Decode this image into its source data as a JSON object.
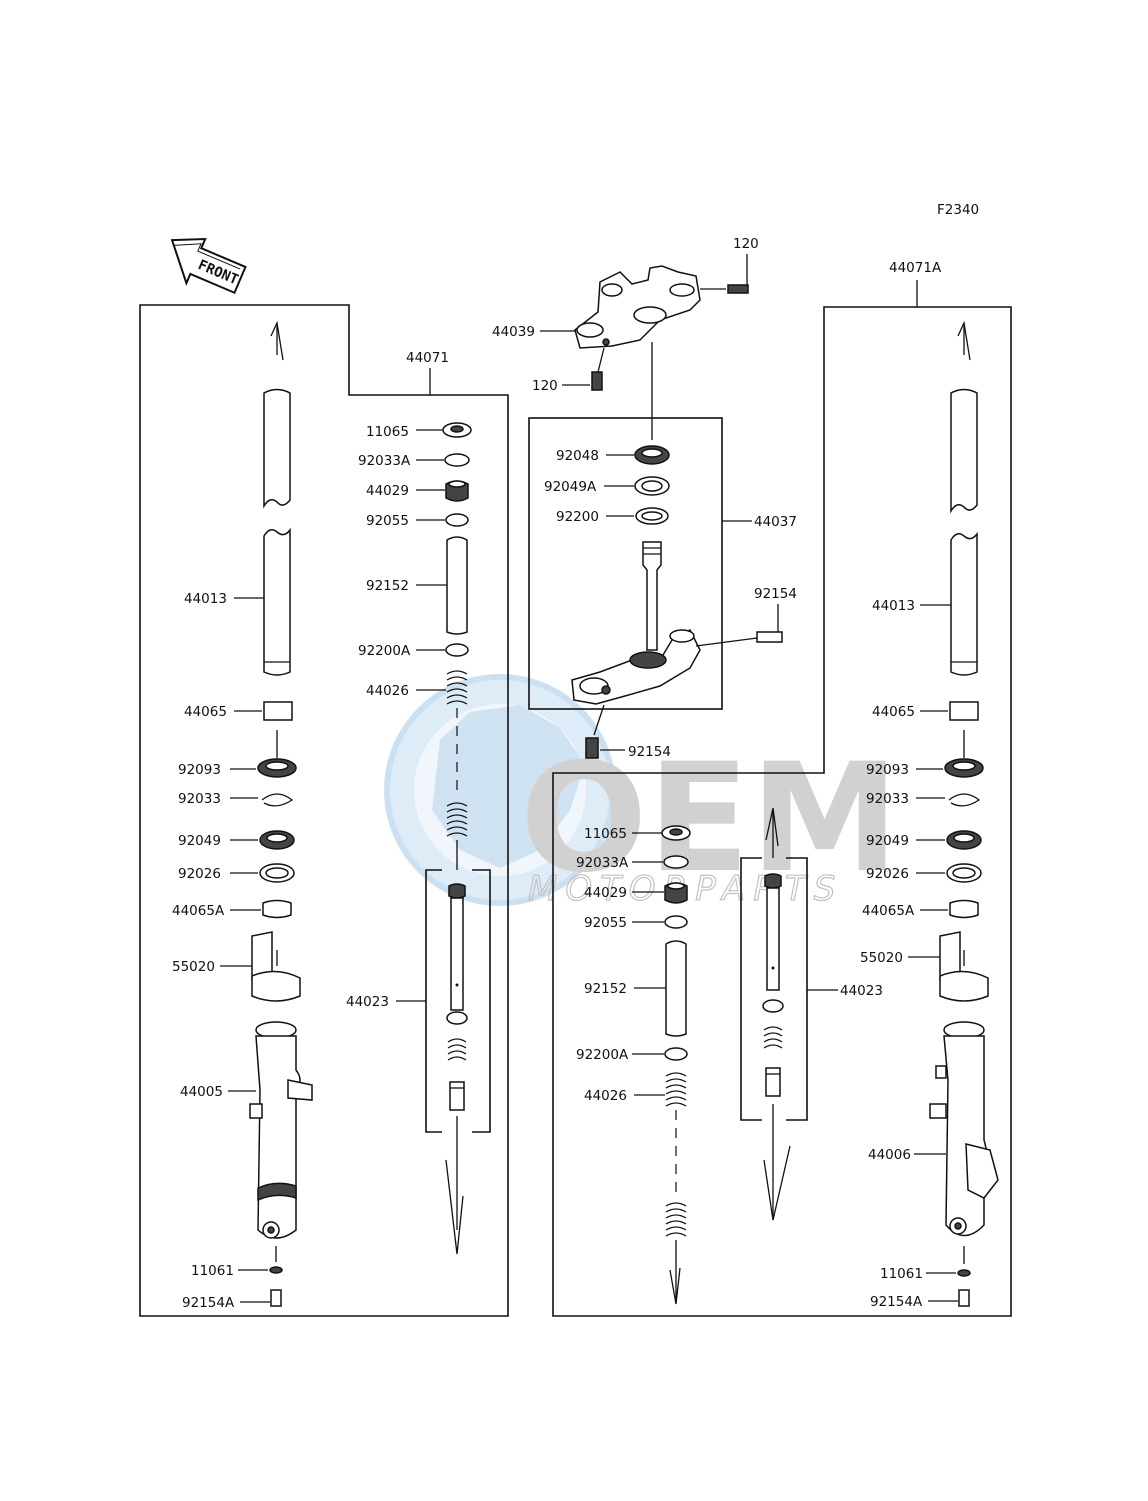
{
  "diagram_code": "F2340",
  "front_label": "FRONT",
  "watermark": {
    "main": "OEM",
    "sub": "MOTORPARTS",
    "color_blue": "#cfe3f3",
    "color_gray": "#c9c9c9"
  },
  "left_fork": {
    "assembly": "44071",
    "items": [
      "44013",
      "44065",
      "92093",
      "92033",
      "92049",
      "92026",
      "44065A",
      "55020",
      "44005",
      "11061",
      "92154A"
    ],
    "inner": [
      "11065",
      "92033A",
      "44029",
      "92055",
      "92152",
      "92200A",
      "44026",
      "44023"
    ]
  },
  "steering": {
    "assembly": "44037",
    "items": [
      "120",
      "44039",
      "120",
      "92048",
      "92049A",
      "92200",
      "92154",
      "92154"
    ]
  },
  "right_fork": {
    "assembly": "44071A",
    "items": [
      "44013",
      "44065",
      "92093",
      "92033",
      "92049",
      "92026",
      "44065A",
      "55020",
      "44006",
      "11061",
      "92154A"
    ],
    "inner": [
      "11065",
      "92033A",
      "44029",
      "92055",
      "92152",
      "92200A",
      "44026",
      "44023"
    ]
  }
}
